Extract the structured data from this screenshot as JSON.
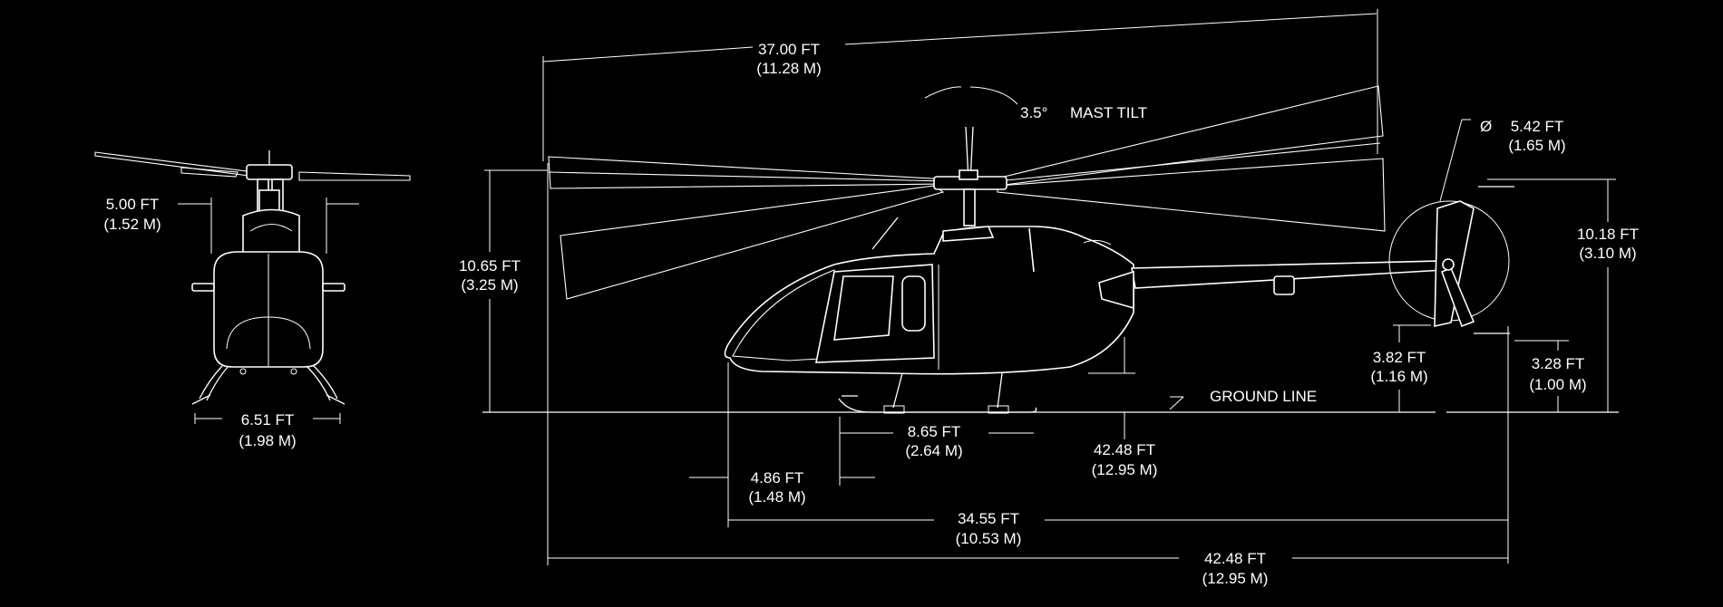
{
  "colors": {
    "background": "#000000",
    "line": "#ffffff"
  },
  "front_view": {
    "mast_width": {
      "ft": "5.00 FT",
      "m": "(1.52 M)"
    },
    "skid_width": {
      "ft": "6.51 FT",
      "m": "(1.98 M)"
    }
  },
  "side_view": {
    "rotor_diameter": {
      "ft": "37.00 FT",
      "m": "(11.28 M)"
    },
    "mast_tilt": {
      "angle": "3.5°",
      "label": "MAST TILT"
    },
    "rotor_height": {
      "ft": "10.65 FT",
      "m": "(3.25 M)"
    },
    "tail_rotor_diameter": {
      "symbol": "Ø",
      "ft": "5.42 FT",
      "m": "(1.65 M)"
    },
    "tail_height": {
      "ft": "10.18 FT",
      "m": "(3.10 M)"
    },
    "tail_rotor_hub_height": {
      "ft": "3.82 FT",
      "m": "(1.16 M)"
    },
    "tail_skid_clearance": {
      "ft": "3.28 FT",
      "m": "(1.00 M)"
    },
    "ground_line": "GROUND LINE",
    "skid_length": {
      "ft": "8.65 FT",
      "m": "(2.64 M)"
    },
    "fuselage_to_skid": {
      "ft": "4.86 FT",
      "m": "(1.48 M)"
    },
    "tail_boom_length": {
      "ft": "42.48 FT",
      "m": "(12.95 M)"
    },
    "fuselage_length": {
      "ft": "34.55 FT",
      "m": "(10.53 M)"
    },
    "overall_length": {
      "ft": "42.48 FT",
      "m": "(12.95 M)"
    }
  }
}
